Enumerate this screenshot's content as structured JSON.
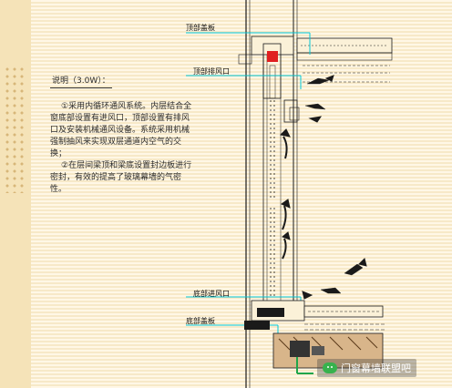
{
  "labels": {
    "top_cover": "顶部盖板",
    "top_exhaust": "顶部排风口",
    "bottom_intake": "底部进风口",
    "bottom_cover": "底部盖板"
  },
  "notes": {
    "heading": "说明（3.0W）：",
    "p1": "①采用内循环通风系统。内层结合全窗底部设置有进风口，顶部设置有排风口及安装机械通风设备。系统采用机械强制抽风来实现双层通道内空气的交换；",
    "p2": "②在层间梁顶和梁底设置封边板进行密封，有效的提高了玻璃幕墙的气密性。"
  },
  "watermark": {
    "text": "门窗幕墙联盟吧"
  },
  "colors": {
    "background": "#fbf1d8",
    "line": "#1a1a1a",
    "cyan": "#00c8d8",
    "red_fan": "#e02020",
    "green_marker": "#1fa64a"
  }
}
